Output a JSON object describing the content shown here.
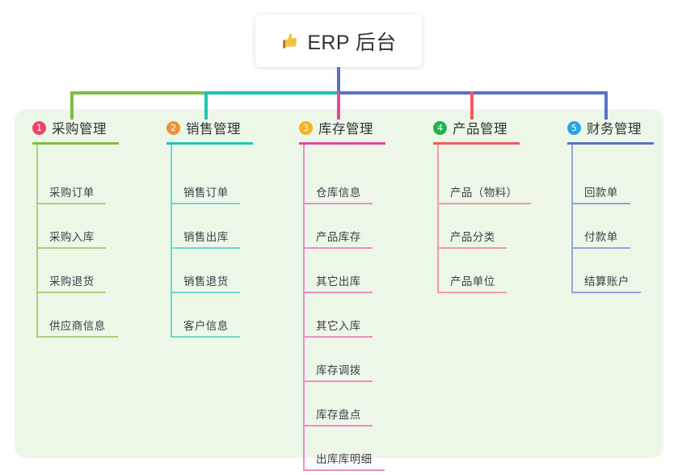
{
  "page": {
    "background": "#ffffff",
    "panel_background": "#edf7e8"
  },
  "title": {
    "text": "ERP 后台",
    "icon": "thumbs-up-icon",
    "icon_color": "#f5c242"
  },
  "connector": {
    "stem_color": "#5b6fce",
    "segments": [
      {
        "name": "green-segment",
        "color": "#7fbe42"
      },
      {
        "name": "teal-segment",
        "color": "#1ec5b6"
      },
      {
        "name": "indigo-segment",
        "color": "#5b6fce"
      }
    ],
    "drops": [
      {
        "name": "drop-purchasing",
        "color": "#7fbe42"
      },
      {
        "name": "drop-sales",
        "color": "#1ec5b6"
      },
      {
        "name": "drop-inventory",
        "color": "#e8459b"
      },
      {
        "name": "drop-product",
        "color": "#f4595f"
      },
      {
        "name": "drop-finance",
        "color": "#5b6fce"
      }
    ]
  },
  "columns": [
    {
      "id": "purchasing",
      "badge": "1",
      "badge_color": "#f2446b",
      "title": "采购管理",
      "accent": "#7fbe42",
      "accent_light": "#a8d27d",
      "items": [
        {
          "label": "采购订单",
          "rule_width": 86
        },
        {
          "label": "采购入库",
          "rule_width": 86
        },
        {
          "label": "采购退货",
          "rule_width": 86
        },
        {
          "label": "供应商信息",
          "rule_width": 101
        }
      ]
    },
    {
      "id": "sales",
      "badge": "2",
      "badge_color": "#f19132",
      "title": "销售管理",
      "accent": "#1ec5b6",
      "accent_light": "#6fd8ce",
      "items": [
        {
          "label": "销售订单",
          "rule_width": 86
        },
        {
          "label": "销售出库",
          "rule_width": 86
        },
        {
          "label": "销售退货",
          "rule_width": 86
        },
        {
          "label": "客户信息",
          "rule_width": 86
        }
      ]
    },
    {
      "id": "inventory",
      "badge": "3",
      "badge_color": "#f5b322",
      "title": "库存管理",
      "accent": "#e8459b",
      "accent_light": "#eb8ec3",
      "items": [
        {
          "label": "仓库信息",
          "rule_width": 86
        },
        {
          "label": "产品库存",
          "rule_width": 86
        },
        {
          "label": "其它出库",
          "rule_width": 86
        },
        {
          "label": "其它入库",
          "rule_width": 86
        },
        {
          "label": "库存调拨",
          "rule_width": 86
        },
        {
          "label": "库存盘点",
          "rule_width": 86
        },
        {
          "label": "出库库明细",
          "rule_width": 101
        }
      ]
    },
    {
      "id": "product",
      "badge": "4",
      "badge_color": "#22b34e",
      "title": "产品管理",
      "accent": "#f4595f",
      "accent_light": "#f69ba0",
      "items": [
        {
          "label": "产品（物料）",
          "rule_width": 116
        },
        {
          "label": "产品分类",
          "rule_width": 86
        },
        {
          "label": "产品单位",
          "rule_width": 86
        }
      ]
    },
    {
      "id": "finance",
      "badge": "5",
      "badge_color": "#27a6e8",
      "title": "财务管理",
      "accent": "#5b6fce",
      "accent_light": "#93a4e0",
      "items": [
        {
          "label": "回款单",
          "rule_width": 73
        },
        {
          "label": "付款单",
          "rule_width": 73
        },
        {
          "label": "结算账户",
          "rule_width": 86
        }
      ]
    }
  ]
}
